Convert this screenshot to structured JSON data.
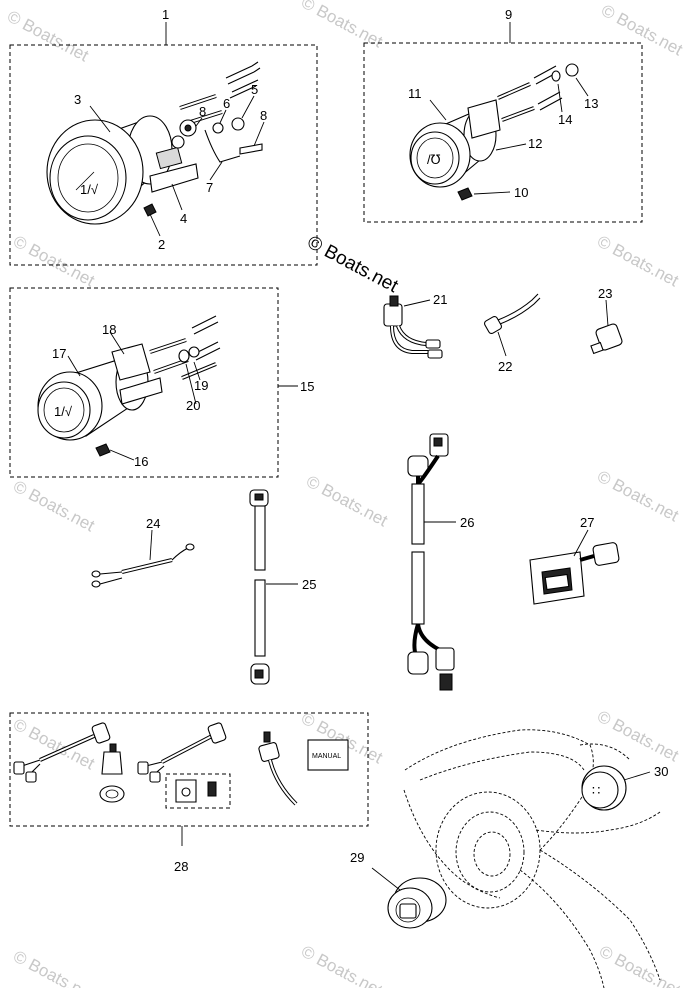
{
  "watermark": {
    "main": "© Boats.net",
    "tile": "© Boats.net"
  },
  "manual_label": "MANUAL",
  "callouts": [
    "1",
    "2",
    "3",
    "4",
    "5",
    "6",
    "7",
    "8",
    "8",
    "9",
    "10",
    "11",
    "12",
    "13",
    "14",
    "15",
    "16",
    "17",
    "18",
    "19",
    "20",
    "21",
    "22",
    "23",
    "24",
    "25",
    "26",
    "27",
    "28",
    "29",
    "30"
  ]
}
